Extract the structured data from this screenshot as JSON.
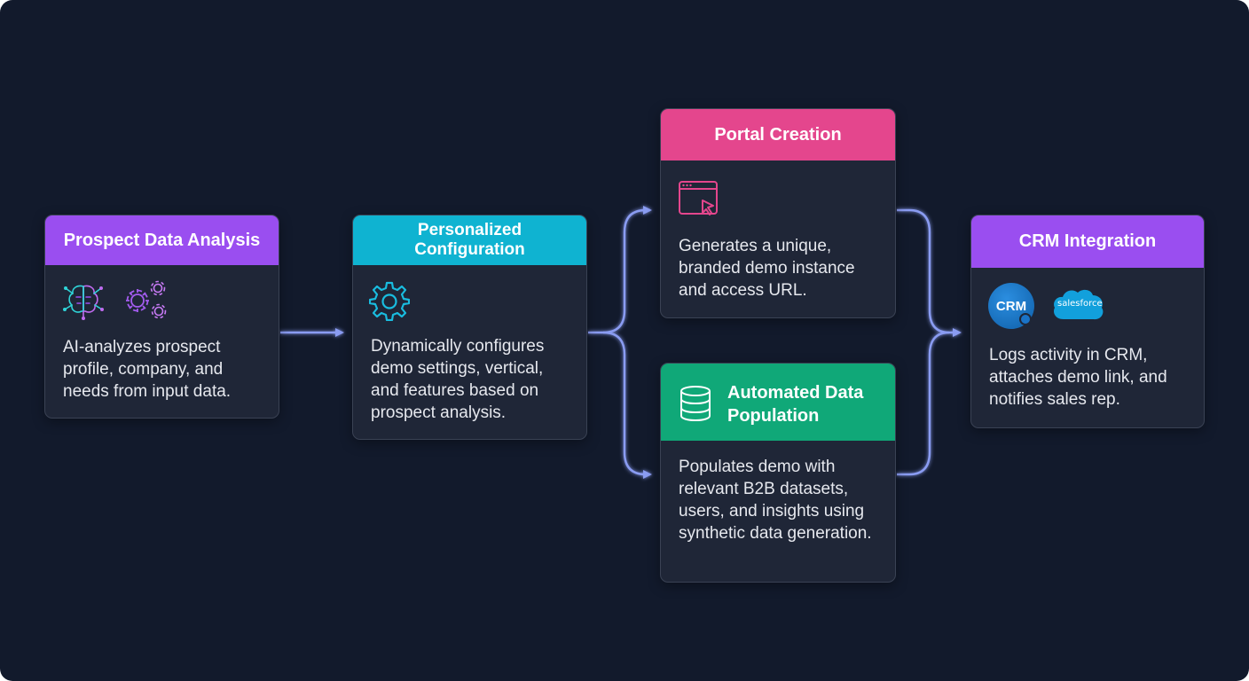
{
  "colors": {
    "background": "#121a2c",
    "card": "#1f2637",
    "arrow": "#8a9cf2",
    "purple": "#9a4ef0",
    "cyan": "#0fb3d1",
    "pink": "#e4468d",
    "green": "#10a878",
    "crm_blue": "#1a73c7",
    "salesforce_blue": "#12a0dc"
  },
  "steps": {
    "prospect": {
      "title": "Prospect Data Analysis",
      "text": "AI-analyzes prospect profile, company, and needs from input data.",
      "icons": [
        "brain-circuit-icon",
        "gears-icon"
      ]
    },
    "personalized": {
      "title": "Personalized Configuration",
      "text": "Dynamically configures demo settings, vertical, and features based on prospect analysis.",
      "icons": [
        "gear-icon"
      ]
    },
    "portal": {
      "title": "Portal Creation",
      "text": "Generates a unique, branded demo instance and access URL.",
      "icons": [
        "browser-cursor-icon"
      ]
    },
    "population": {
      "title": "Automated Data Population",
      "text": "Populates demo with relevant B2B datasets, users, and insights using synthetic data generation.",
      "icons": [
        "database-icon"
      ]
    },
    "crm": {
      "title": "CRM Integration",
      "text": "Logs activity in CRM, attaches demo link, and notifies sales rep.",
      "badge_label": "CRM",
      "cloud_label": "salesforce"
    }
  }
}
